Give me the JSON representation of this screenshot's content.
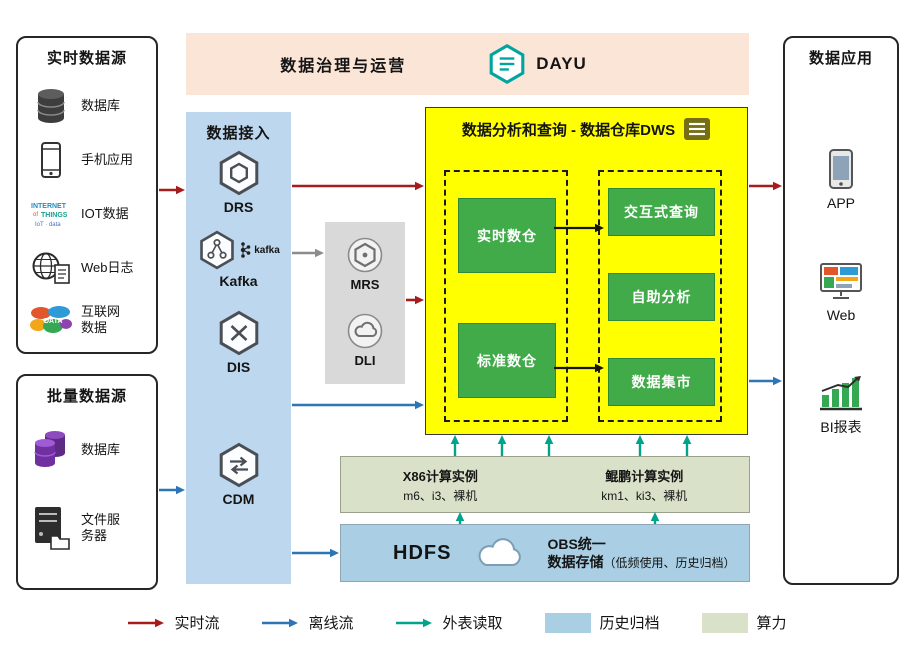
{
  "colors": {
    "realtime": "#a61c1c",
    "offline": "#2e75b6",
    "external": "#00a38c",
    "archive_swatch": "#aacfe4",
    "compute_swatch": "#d9e2c9",
    "warehouse_bg": "#ffff00",
    "ingestion_bg": "#bdd7ee",
    "governance_bg": "#fbe5d6",
    "middleware_bg": "#d9d9d9",
    "green_module": "#41aa49"
  },
  "realtime_sources": {
    "title": "实时数据源",
    "items": [
      {
        "label": "数据库"
      },
      {
        "label": "手机应用"
      },
      {
        "label": "IOT数据"
      },
      {
        "label": "Web日志"
      },
      {
        "label": "互联网数据"
      }
    ]
  },
  "batch_sources": {
    "title": "批量数据源",
    "items": [
      {
        "label": "数据库"
      },
      {
        "label": "文件服务器"
      }
    ]
  },
  "governance": {
    "title": "数据治理与运营",
    "brand": "DAYU"
  },
  "ingestion": {
    "title": "数据接入",
    "items": [
      "DRS",
      "Kafka",
      "DIS",
      "CDM"
    ],
    "kafka_logo": "kafka"
  },
  "middleware": {
    "items": [
      "MRS",
      "DLI"
    ]
  },
  "warehouse": {
    "title": "数据分析和查询 - 数据仓库DWS",
    "left_modules": [
      "实时数仓",
      "标准数仓"
    ],
    "right_modules": [
      "交互式查询",
      "自助分析",
      "数据集市"
    ]
  },
  "compute": {
    "groups": [
      {
        "title": "X86计算实例",
        "subtitle": "m6、i3、裸机"
      },
      {
        "title": "鲲鹏计算实例",
        "subtitle": "km1、ki3、裸机"
      }
    ]
  },
  "storage": {
    "hdfs": "HDFS",
    "obs_line1": "OBS统一",
    "obs_line2": "数据存储",
    "obs_note": "（低频使用、历史归档）"
  },
  "applications": {
    "title": "数据应用",
    "items": [
      {
        "label": "APP"
      },
      {
        "label": "Web"
      },
      {
        "label": "BI报表"
      }
    ]
  },
  "legend": {
    "items": [
      {
        "label": "实时流"
      },
      {
        "label": "离线流"
      },
      {
        "label": "外表读取"
      },
      {
        "label": "历史归档"
      },
      {
        "label": "算力"
      }
    ]
  }
}
